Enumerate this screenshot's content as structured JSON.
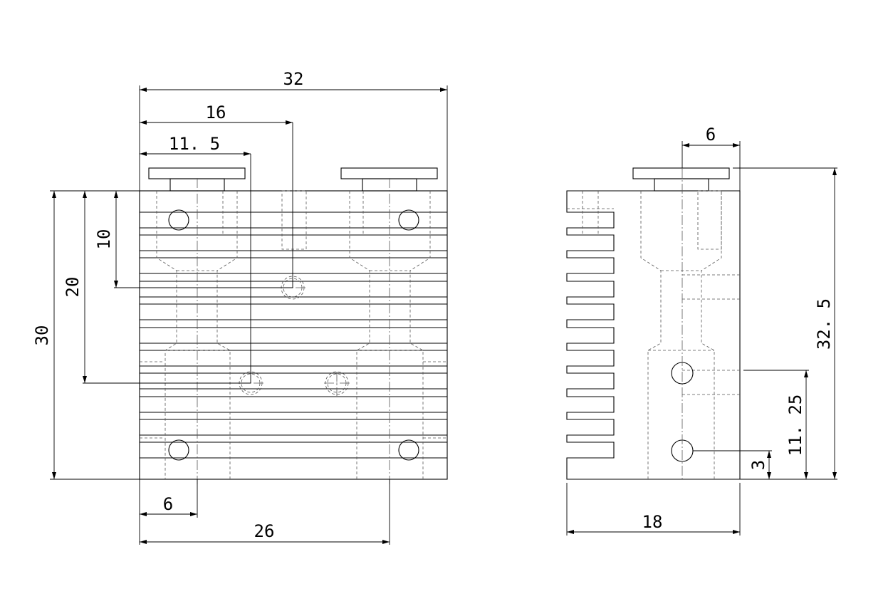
{
  "drawing": {
    "front_view": {
      "dimensions": {
        "overall_width": "32",
        "center_offset": "16",
        "upper_hole_offset": "11. 5",
        "overall_height": "30",
        "lower_hole_height": "20",
        "upper_hole_height": "10",
        "left_bore_offset": "6",
        "bore_spacing": "26"
      }
    },
    "side_view": {
      "dimensions": {
        "bore_offset": "6",
        "overall_height": "32. 5",
        "upper_hole_height": "11. 25",
        "lower_hole_height": "3",
        "depth": "18"
      }
    }
  }
}
